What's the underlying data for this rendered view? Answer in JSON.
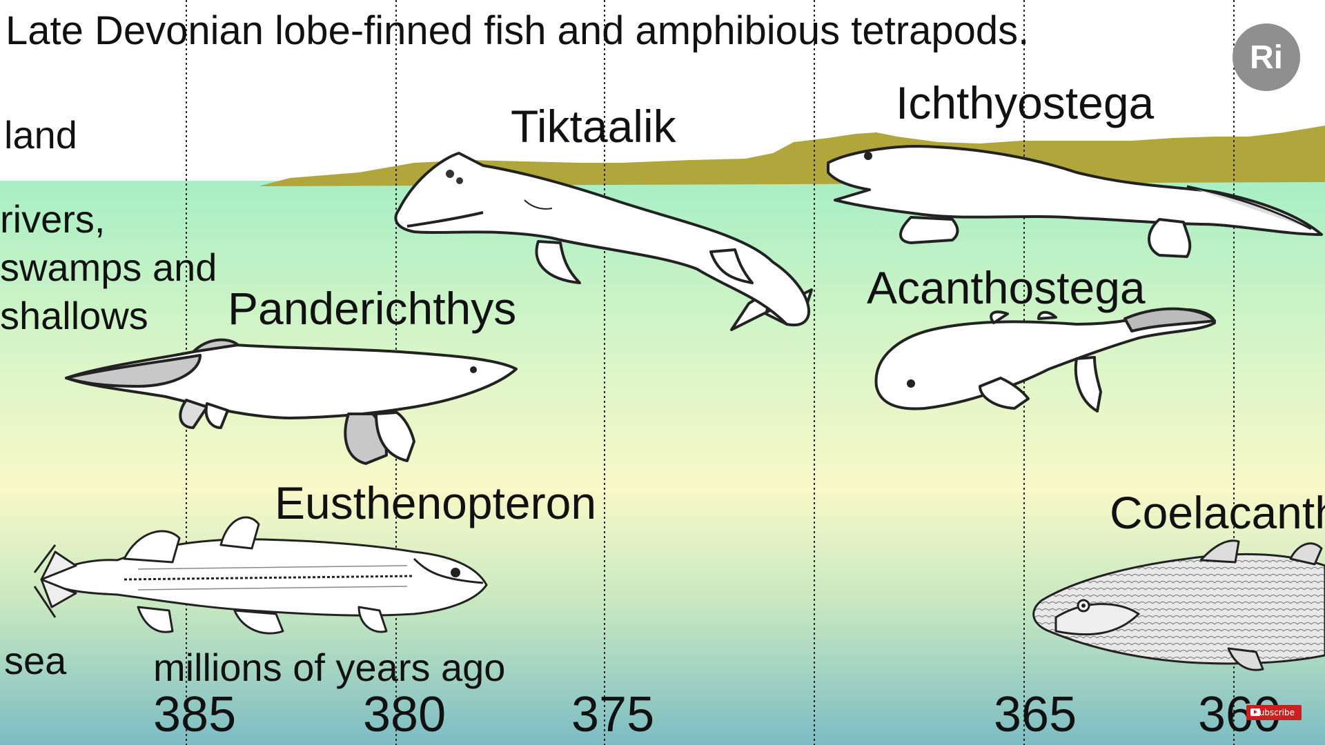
{
  "title": "Late Devonian lobe-finned fish and amphibious tetrapods.",
  "zones": {
    "land": "land",
    "rivers_lines": [
      "rivers,",
      "swamps and",
      "shallows"
    ],
    "sea": "sea"
  },
  "species": {
    "panderichthys": "Panderichthys",
    "tiktaalik": "Tiktaalik",
    "ichthyostega": "Ichthyostega",
    "acanthostega": "Acanthostega",
    "eusthenopteron": "Eusthenopteron",
    "coelacanth": "Coelacanth"
  },
  "axis": {
    "caption": "millions of years ago",
    "ticks": [
      "385",
      "380",
      "375",
      "365",
      "360"
    ]
  },
  "logo": {
    "text": "Ri"
  },
  "subscribe": {
    "label": "Subscribe",
    "icon": "youtube-play-icon"
  },
  "colors": {
    "land": "#b0a63c",
    "water_top": "#a8eec4",
    "water_mid": "#f8f8c8",
    "water_bottom": "#7cbcc4",
    "logo_bg": "#8f8f8f",
    "subscribe_bg": "#cc2020"
  }
}
